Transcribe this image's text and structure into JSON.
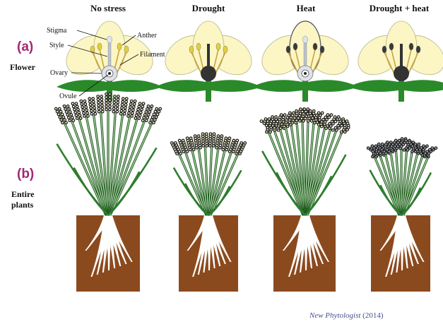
{
  "columns": [
    "No stress",
    "Drought",
    "Heat",
    "Drought + heat"
  ],
  "panels": {
    "a": {
      "label": "(a)",
      "row_label": "Flower"
    },
    "b": {
      "label": "(b)",
      "row_label_line1": "Entire",
      "row_label_line2": "plants"
    }
  },
  "flower_parts": {
    "stigma": "Stigma",
    "style": "Style",
    "ovary": "Ovary",
    "ovule": "Ovule",
    "anther": "Anther",
    "filament": "Filament"
  },
  "citation": {
    "journal": "New Phytologist",
    "year": "(2014)"
  },
  "colors": {
    "petal": "#fbf6c4",
    "petal_outline": "#b8b48a",
    "leaf": "#2a8a2a",
    "stem": "#2a8a2a",
    "anther": "#e6cf39",
    "anther_dark": "#3a3a3a",
    "filament": "#c9a23a",
    "pistil": "#b9c2cc",
    "ovary_dark": "#333333",
    "soil": "#8b4a1e",
    "root": "#ffffff",
    "panel_label": "#a0287a",
    "citation": "#4a4e8a"
  }
}
